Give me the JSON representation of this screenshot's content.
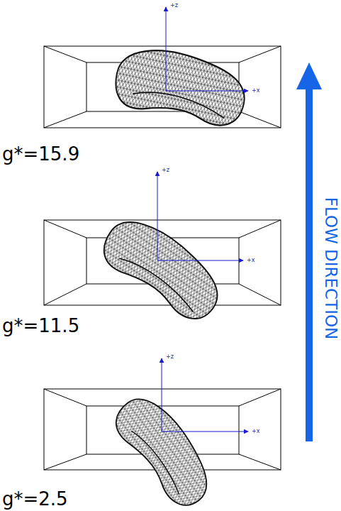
{
  "diagram": {
    "labels": [
      "+z",
      "+x",
      "g*=15.9",
      "+z",
      "+x",
      "g*=11.5",
      "+z",
      "+x",
      "g*=2.5",
      "FLOW DIRECTION"
    ]
  }
}
